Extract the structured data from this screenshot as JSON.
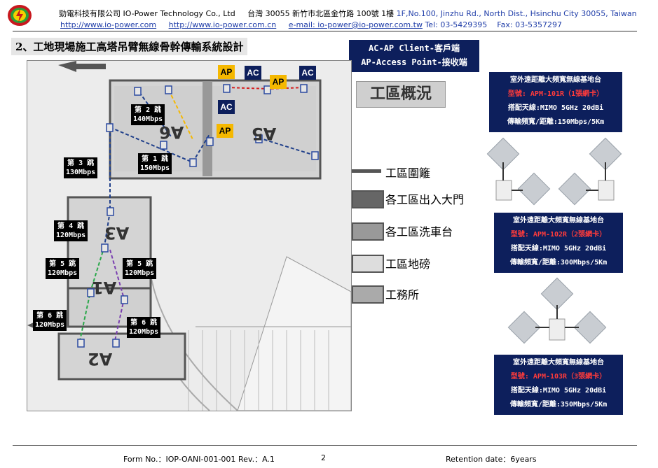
{
  "header": {
    "company_zh": "勁電科技有限公司",
    "company_en": "IO-Power Technology Co., Ltd",
    "address_zh": "台灣 30055 新竹市北區金竹路 100號 1樓",
    "address_en": "1F,No.100, Jinzhu Rd., North Dist., Hsinchu City 30055, Taiwan",
    "url1": "http://www.io-power.com",
    "url2": "http://www.io-power.com.cn",
    "email": "e-mail: io-power@io-power.com.tw",
    "tel": "Tel: 03-5429395",
    "fax": "Fax: 03-5357297"
  },
  "section_title": "2、工地現場施工高塔吊臂無線骨幹傳輸系統設計",
  "mode_box": {
    "line1": "AC-AP Client-客戶端",
    "line2": "AP-Access Point-接收端"
  },
  "overview_label": "工區概況",
  "legend": [
    {
      "label": "工區圍籬",
      "color": "#555555"
    },
    {
      "label": "各工區出入大門",
      "color": "#666666"
    },
    {
      "label": "各工區洗車台",
      "color": "#999999"
    },
    {
      "label": "工區地磅",
      "color": "#cccccc"
    },
    {
      "label": "工務所",
      "color": "#aaaaaa"
    }
  ],
  "hops": [
    {
      "name": "第 2 跳",
      "speed": "140Mbps"
    },
    {
      "name": "第 1 跳",
      "speed": "150Mbps"
    },
    {
      "name": "第 3 跳",
      "speed": "130Mbps"
    },
    {
      "name": "第 4 跳",
      "speed": "120Mbps"
    },
    {
      "name": "第 5 跳",
      "speed": "120Mbps"
    },
    {
      "name": "第 5 跳",
      "speed": "120Mbps"
    },
    {
      "name": "第 6 跳",
      "speed": "120Mbps"
    },
    {
      "name": "第 6 跳",
      "speed": "120Mbps"
    }
  ],
  "tags": {
    "ap": "AP",
    "ac": "AC"
  },
  "zones": {
    "a6": "A6",
    "a5": "A5",
    "a3": "A3",
    "a1": "A1",
    "a2": "A2"
  },
  "products": [
    {
      "title": "室外遠距離大頻寬無線基地台",
      "model": "型號: APM-101R（1張網卡）",
      "antenna": "搭配天線:MIMO 5GHz 20dBi",
      "bw": "傳輸頻寬/距離:150Mbps/5Km"
    },
    {
      "title": "室外遠距離大頻寬無線基地台",
      "model": "型號: APM-102R（2張網卡）",
      "antenna": "搭配天線:MIMO 5GHz 20dBi",
      "bw": "傳輸頻寬/距離:300Mbps/5Km"
    },
    {
      "title": "室外遠距離大頻寬無線基地台",
      "model": "型號: APM-103R（3張網卡）",
      "antenna": "搭配天線:MIMO 5GHz 20dBi",
      "bw": "傳輸頻寬/距離:350Mbps/5Km"
    }
  ],
  "footer": {
    "form_no": "Form No.：IOP-OANI-001-001",
    "rev": "Rev.：A.1",
    "page": "2",
    "retention": "Retention date：6years"
  },
  "colors": {
    "navy": "#0d1f5c",
    "ap_yellow": "#f5b800",
    "logo_red": "#c8181e",
    "logo_green": "#2a9d3a"
  }
}
